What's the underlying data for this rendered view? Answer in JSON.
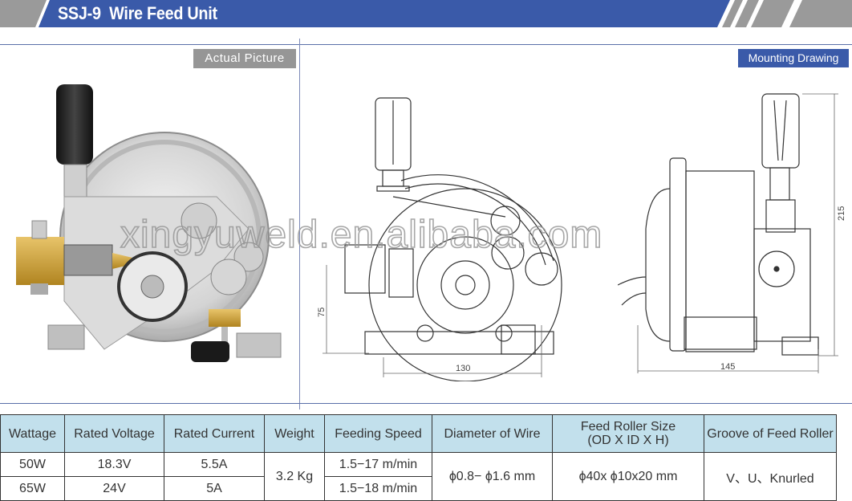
{
  "header": {
    "title": "SSJ-9  Wire Feed Unit",
    "brand_color": "#3a5aa9",
    "accent_gray": "#969696"
  },
  "sections": {
    "actual_picture_label": "Actual Picture",
    "mounting_drawing_label": "Mounting Drawing"
  },
  "watermark": "xingyuweld.en.alibaba.com",
  "drawing_dimensions": {
    "front_height": "75",
    "front_width": "130",
    "side_height": "215",
    "side_width": "145"
  },
  "spec_table": {
    "headers": {
      "wattage": "Wattage",
      "rated_voltage": "Rated Voltage",
      "rated_current": "Rated Current",
      "weight": "Weight",
      "feeding_speed": "Feeding Speed",
      "diameter_of_wire": "Diameter of Wire",
      "feed_roller_size_line1": "Feed Roller Size",
      "feed_roller_size_line2": "(OD X ID X H)",
      "groove_of_feed_roller": "Groove of Feed Roller"
    },
    "rows": [
      {
        "wattage": "50W",
        "rated_voltage": "18.3V",
        "rated_current": "5.5A",
        "feeding_speed": "1.5−17 m/min"
      },
      {
        "wattage": "65W",
        "rated_voltage": "24V",
        "rated_current": "5A",
        "feeding_speed": "1.5−18 m/min"
      }
    ],
    "shared": {
      "weight": "3.2 Kg",
      "diameter_of_wire": "ϕ0.8− ϕ1.6 mm",
      "feed_roller_size": "ϕ40x ϕ10x20  mm",
      "groove_of_feed_roller": "V、U、Knurled"
    }
  }
}
